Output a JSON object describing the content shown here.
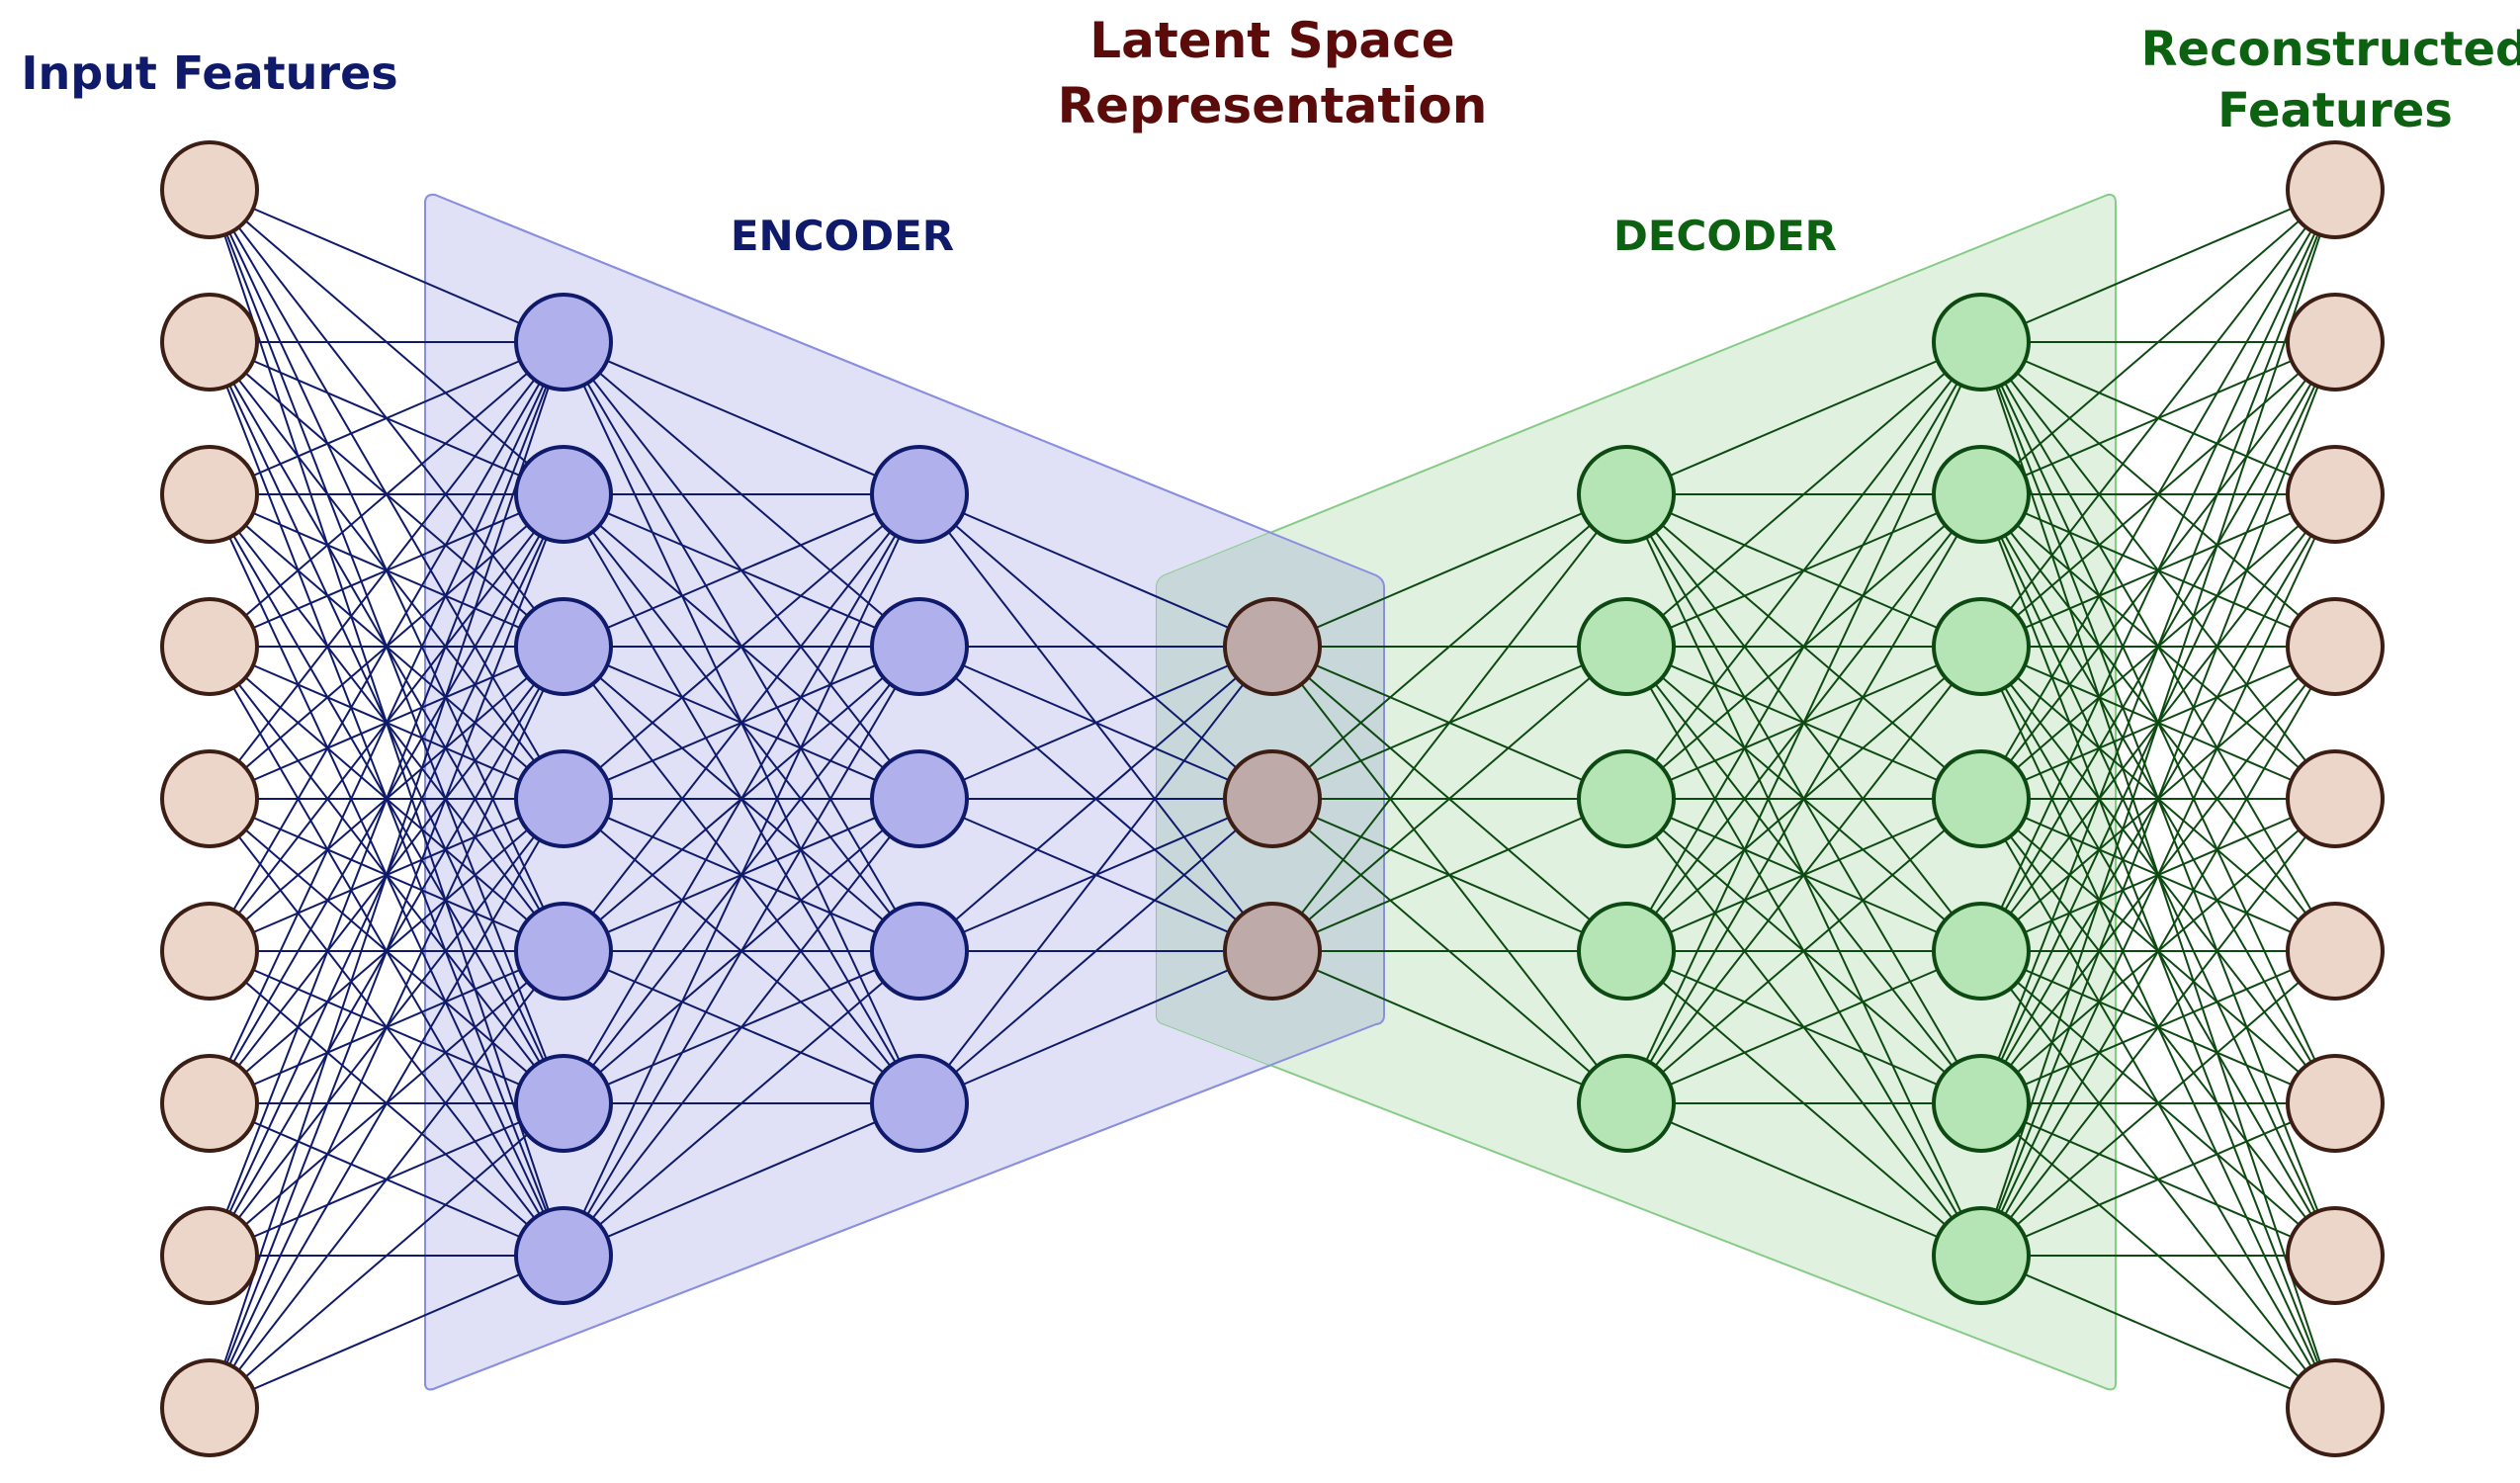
{
  "labels": {
    "input": "Input Features",
    "latent_line1": "Latent Space",
    "latent_line2": "Representation",
    "recon_line1": "Reconstructed",
    "recon_line2": "Features",
    "encoder": "ENCODER",
    "decoder": "DECODER"
  },
  "colors": {
    "input_label": "#0f1a6b",
    "latent_label": "#5c0b0b",
    "recon_label": "#0d6212",
    "encoder_label": "#0f1a6b",
    "decoder_label": "#0d6212",
    "encoder_edges": "#0f1a6b",
    "decoder_edges": "#0d4a12",
    "encoder_region_fill": "#e0e0f6",
    "encoder_region_stroke": "#8a90de",
    "decoder_region_fill": "#e0f2df",
    "decoder_region_stroke": "#86cc86",
    "overlap_fill": "#c8d8da",
    "io_node_fill": "#ebd6c9",
    "io_node_stroke": "#3d1e14",
    "encoder_node_fill": "#b0b0ec",
    "encoder_node_stroke": "#0f1a6b",
    "latent_node_fill": "#bfaaaa",
    "latent_node_stroke": "#3d1e14",
    "decoder_node_fill": "#b5e4b5",
    "decoder_node_stroke": "#0d4a12"
  },
  "layers": [
    {
      "name": "input",
      "nodes": 9,
      "role": "io"
    },
    {
      "name": "encoder-hidden-1",
      "nodes": 7,
      "role": "encoder"
    },
    {
      "name": "encoder-hidden-2",
      "nodes": 5,
      "role": "encoder"
    },
    {
      "name": "latent",
      "nodes": 3,
      "role": "latent"
    },
    {
      "name": "decoder-hidden-1",
      "nodes": 5,
      "role": "decoder"
    },
    {
      "name": "decoder-hidden-2",
      "nodes": 7,
      "role": "decoder"
    },
    {
      "name": "output",
      "nodes": 9,
      "role": "io"
    }
  ]
}
